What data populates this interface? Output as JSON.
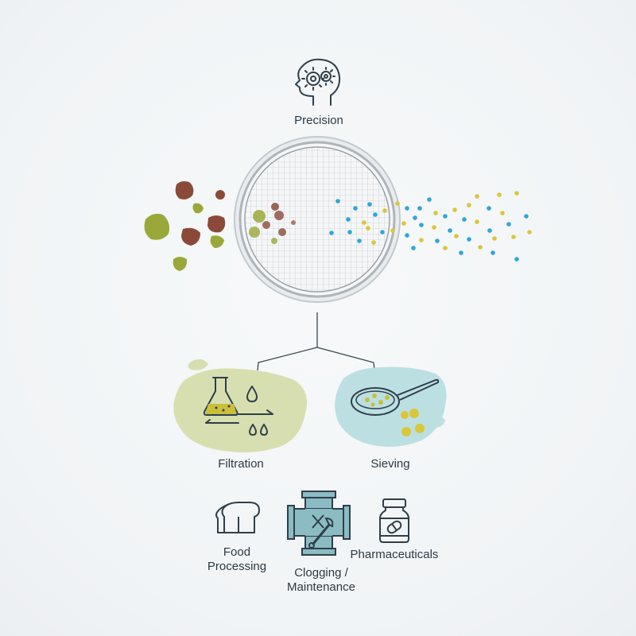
{
  "labels": {
    "precision": "Precision",
    "filtration": "Filtration",
    "sieving": "Sieving",
    "food_line1": "Food",
    "food_line2": "Processing",
    "clog_line1": "Clogging /",
    "clog_line2": "Maintenance",
    "pharma": "Pharmaceuticals"
  },
  "colors": {
    "brown": "#8b4a38",
    "olive": "#9aa83a",
    "blue": "#2ea6d8",
    "yellow": "#d9c63a",
    "filtration_blob": "#d7dfb0",
    "sieving_blob": "#bcdfe2",
    "icon_stroke": "#2f3f4a",
    "pipe": "#8bbcc3"
  },
  "icons": {
    "precision": "head-gears-icon",
    "filtration": "flask-droplets-icon",
    "sieving": "sieve-pan-icon",
    "food": "bread-icon",
    "clogging": "pipe-wrench-icon",
    "pharma": "pill-bottle-icon"
  }
}
